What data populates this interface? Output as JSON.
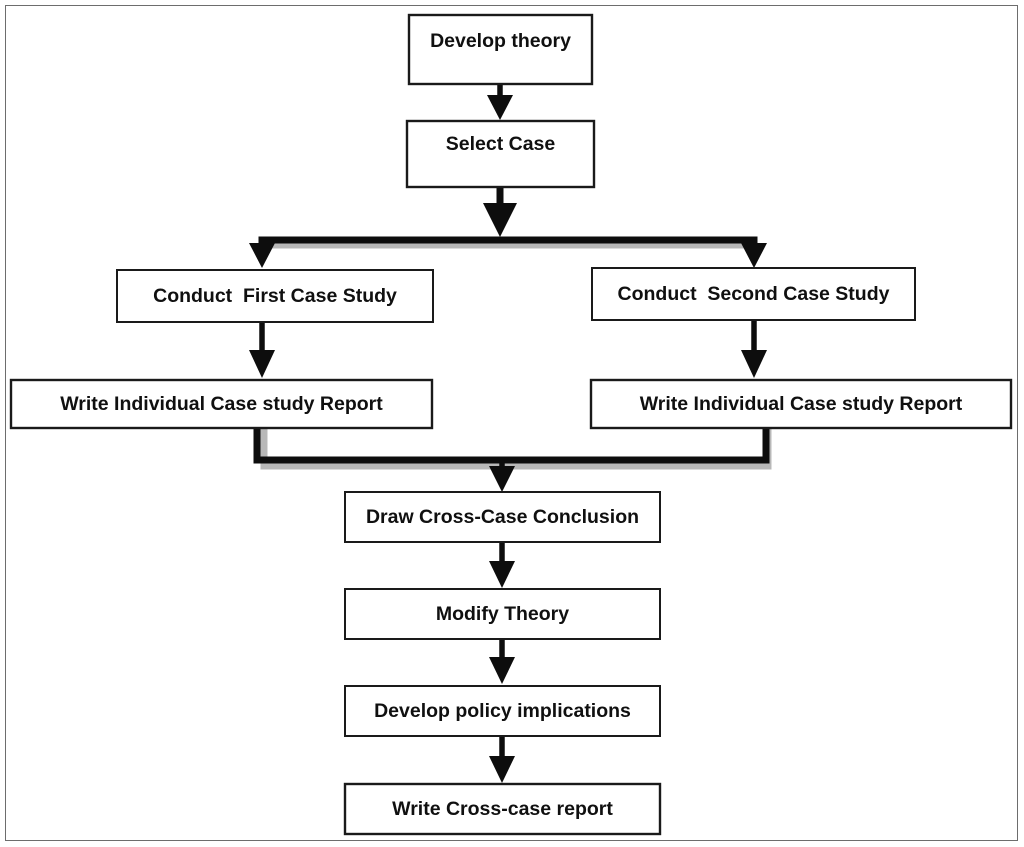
{
  "figure": {
    "title": "Case Study Research Process Flowchart",
    "type": "flowchart",
    "border_color": "#6d6d6d",
    "box_stroke_color": "#1a1a1a",
    "connector_color": "#0d0d0d",
    "background": "#ffffff"
  },
  "nodes": {
    "develop_theory": {
      "label": "Develop theory"
    },
    "select_case": {
      "label": "Select Case"
    },
    "conduct_first": {
      "label": "Conduct  First Case Study"
    },
    "conduct_second": {
      "label": "Conduct  Second Case Study"
    },
    "report_left": {
      "label": "Write Individual Case study Report"
    },
    "report_right": {
      "label": "Write Individual Case study Report"
    },
    "draw_conclusion": {
      "label": "Draw Cross-Case Conclusion"
    },
    "modify_theory": {
      "label": "Modify Theory"
    },
    "policy_implications": {
      "label": "Develop policy implications"
    },
    "cross_case_report": {
      "label": "Write Cross-case report"
    }
  },
  "edges": [
    {
      "from": "develop_theory",
      "to": "select_case",
      "style": "arrow-down"
    },
    {
      "from": "select_case",
      "to": "branch-split",
      "style": "arrow-down"
    },
    {
      "from": "branch-split",
      "to": "conduct_first",
      "style": "elbow-arrow-down-left"
    },
    {
      "from": "branch-split",
      "to": "conduct_second",
      "style": "elbow-arrow-down-right"
    },
    {
      "from": "conduct_first",
      "to": "report_left",
      "style": "arrow-down"
    },
    {
      "from": "conduct_second",
      "to": "report_right",
      "style": "arrow-down"
    },
    {
      "from": "report_left",
      "to": "merge-join",
      "style": "elbow-down"
    },
    {
      "from": "report_right",
      "to": "merge-join",
      "style": "elbow-down"
    },
    {
      "from": "merge-join",
      "to": "draw_conclusion",
      "style": "arrow-down"
    },
    {
      "from": "draw_conclusion",
      "to": "modify_theory",
      "style": "arrow-down"
    },
    {
      "from": "modify_theory",
      "to": "policy_implications",
      "style": "arrow-down"
    },
    {
      "from": "policy_implications",
      "to": "cross_case_report",
      "style": "arrow-down"
    }
  ]
}
